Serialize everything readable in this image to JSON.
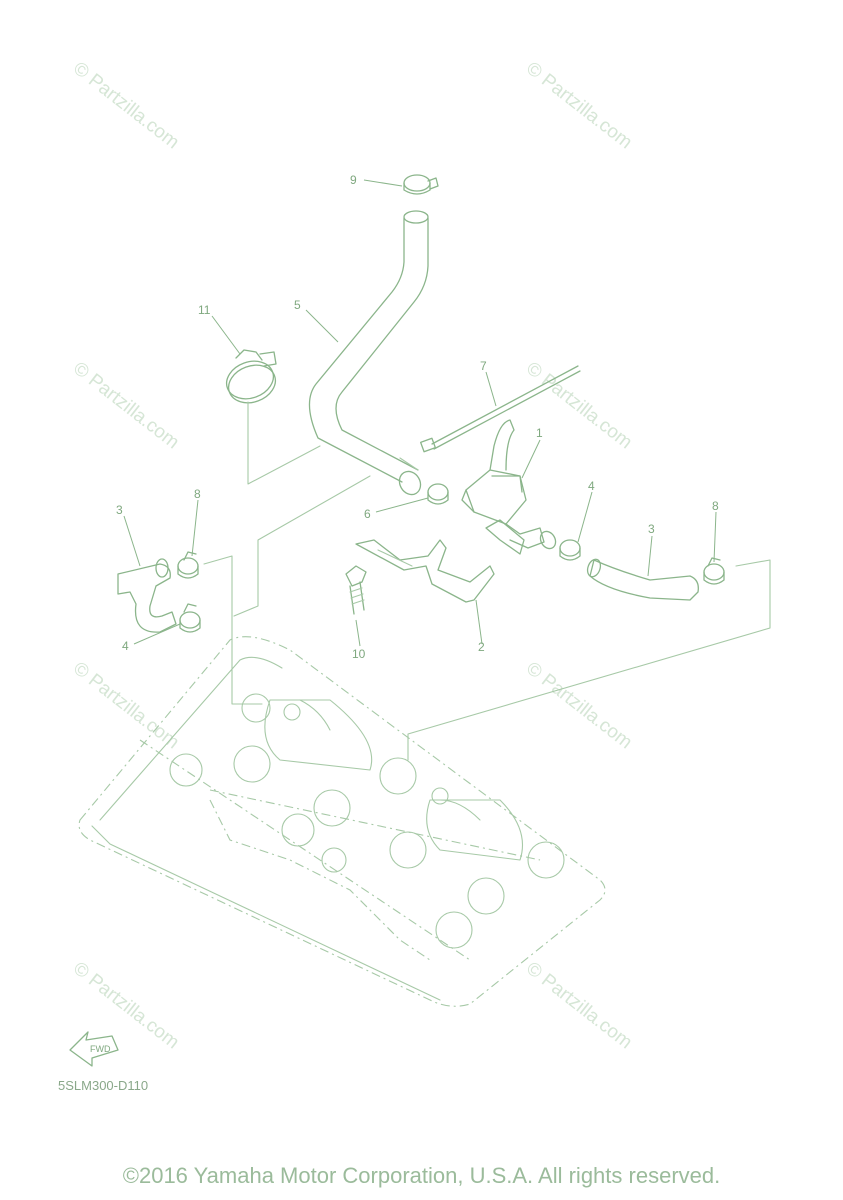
{
  "watermark_text": "© Partzilla.com",
  "diagram_code": "5SLM300-D110",
  "copyright": "©2016 Yamaha Motor Corporation, U.S.A. All rights reserved.",
  "fwd_label": "FWD",
  "callouts": [
    "1",
    "2",
    "3",
    "3",
    "4",
    "4",
    "5",
    "6",
    "7",
    "8",
    "8",
    "9",
    "10",
    "11"
  ],
  "colors": {
    "line": "#8bb58b",
    "watermark": "#d6e6d6",
    "text": "#9bbb9b"
  }
}
